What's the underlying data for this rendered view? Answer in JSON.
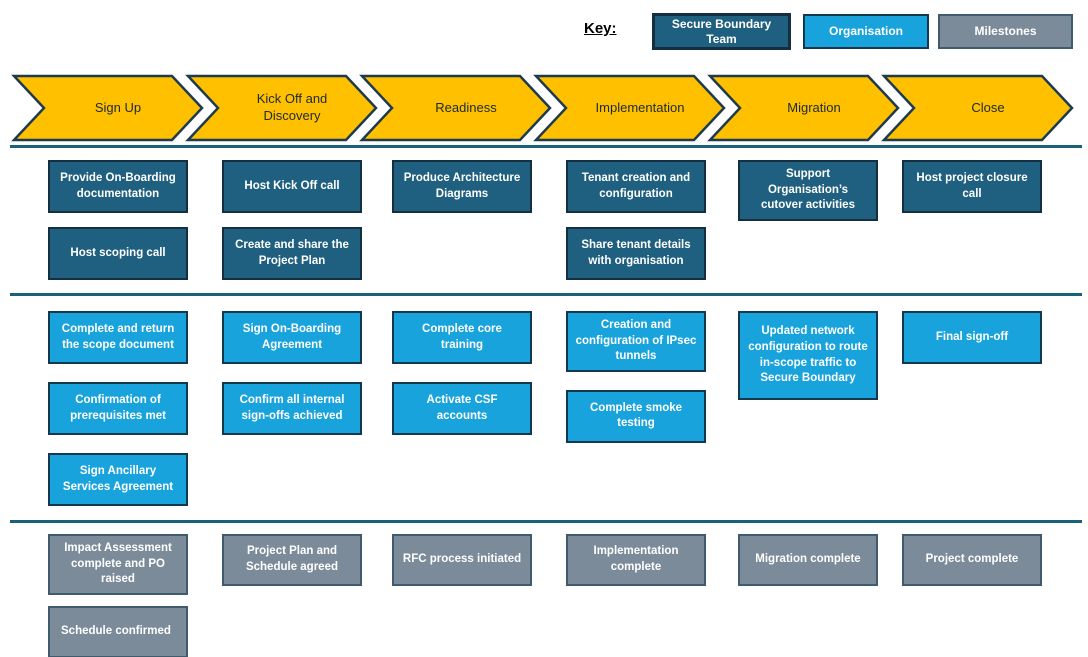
{
  "key": {
    "label": "Key:",
    "items": [
      {
        "label": "Secure Boundary Team",
        "color": "#1F5F7F"
      },
      {
        "label": "Organisation",
        "color": "#19A3DC"
      },
      {
        "label": "Milestones",
        "color": "#7C8B99"
      }
    ]
  },
  "palette": {
    "chevron_fill": "#FFC000",
    "chevron_border": "#1E3A4F",
    "divider_line": "#1A617C",
    "team_box": "#1F5F7F",
    "org_box": "#19A3DC",
    "milestone_box": "#7C8B99",
    "box_text": "#FFFFFF"
  },
  "phases": [
    {
      "label": "Sign Up",
      "team_tasks": [
        "Provide On-Boarding documentation",
        "Host scoping call"
      ],
      "org_tasks": [
        "Complete and return the scope document",
        "Confirmation of prerequisites met",
        "Sign Ancillary Services Agreement"
      ],
      "milestones": [
        "Impact Assessment complete and PO raised",
        "Schedule confirmed"
      ]
    },
    {
      "label": "Kick Off and Discovery",
      "team_tasks": [
        "Host Kick Off call",
        "Create and share the Project Plan"
      ],
      "org_tasks": [
        "Sign On-Boarding Agreement",
        "Confirm all internal sign-offs achieved"
      ],
      "milestones": [
        "Project Plan and Schedule agreed"
      ]
    },
    {
      "label": "Readiness",
      "team_tasks": [
        "Produce Architecture Diagrams"
      ],
      "org_tasks": [
        "Complete core training",
        "Activate CSF accounts"
      ],
      "milestones": [
        "RFC process initiated"
      ]
    },
    {
      "label": "Implementation",
      "team_tasks": [
        "Tenant creation and configuration",
        "Share tenant details with organisation"
      ],
      "org_tasks": [
        "Creation and configuration of IPsec tunnels",
        "Complete smoke testing"
      ],
      "milestones": [
        "Implementation complete"
      ]
    },
    {
      "label": "Migration",
      "team_tasks": [
        "Support Organisation’s cutover activities"
      ],
      "org_tasks": [
        "Updated network configuration to route in-scope traffic to Secure Boundary"
      ],
      "milestones": [
        "Migration complete"
      ]
    },
    {
      "label": "Close",
      "team_tasks": [
        "Host project closure call"
      ],
      "org_tasks": [
        "Final sign-off"
      ],
      "milestones": [
        "Project complete"
      ]
    }
  ]
}
